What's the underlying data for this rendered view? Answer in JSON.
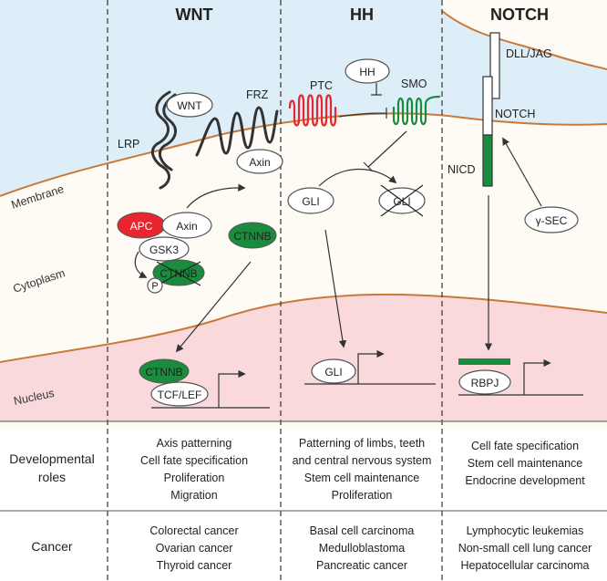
{
  "columns": {
    "wnt": "WNT",
    "hh": "HH",
    "notch": "NOTCH"
  },
  "regions": {
    "membrane": "Membrane",
    "cytoplasm": "Cytoplasm",
    "nucleus": "Nucleus"
  },
  "colors": {
    "extracellular": "#ddeef8",
    "cytoplasm": "#fdfbf3",
    "nucleus": "#f9d9dc",
    "membrane": "#c8793a",
    "green": "#1a8c3e",
    "red": "#e8262f",
    "dark": "#333333"
  },
  "wnt": {
    "lrp": "LRP",
    "wnt": "WNT",
    "frz": "FRZ",
    "axin_membrane": "Axin",
    "apc": "APC",
    "axin": "Axin",
    "gsk3": "GSK3",
    "ctnnb_degraded": "CTNNB",
    "p": "P",
    "ctnnb": "CTNNB",
    "ctnnb_nuclear": "CTNNB",
    "tcf_lef": "TCF/LEF"
  },
  "hh": {
    "ptc": "PTC",
    "hh": "HH",
    "smo": "SMO",
    "gli": "GLI",
    "gli_degraded": "GLI",
    "gli_nuclear": "GLI"
  },
  "notch": {
    "dll_jag": "DLL/JAG",
    "notch": "NOTCH",
    "nicd": "NICD",
    "gamma_sec": "γ-SEC",
    "rbpj": "RBPJ"
  },
  "rows": {
    "developmental": {
      "header": [
        "Developmental",
        "roles"
      ],
      "wnt": [
        "Axis patterning",
        "Cell fate specification",
        "Proliferation",
        "Migration"
      ],
      "hh": [
        "Patterning of limbs, teeth",
        "and central nervous system",
        "Stem cell maintenance",
        "Proliferation"
      ],
      "notch": [
        "Cell fate specification",
        "Stem cell maintenance",
        "Endocrine development"
      ]
    },
    "cancer": {
      "header": [
        "Cancer"
      ],
      "wnt": [
        "Colorectal cancer",
        "Ovarian cancer",
        "Thyroid cancer"
      ],
      "hh": [
        "Basal cell carcinoma",
        "Medulloblastoma",
        "Pancreatic cancer"
      ],
      "notch": [
        "Lymphocytic leukemias",
        "Non-small cell lung cancer",
        "Hepatocellular carcinoma"
      ]
    }
  }
}
